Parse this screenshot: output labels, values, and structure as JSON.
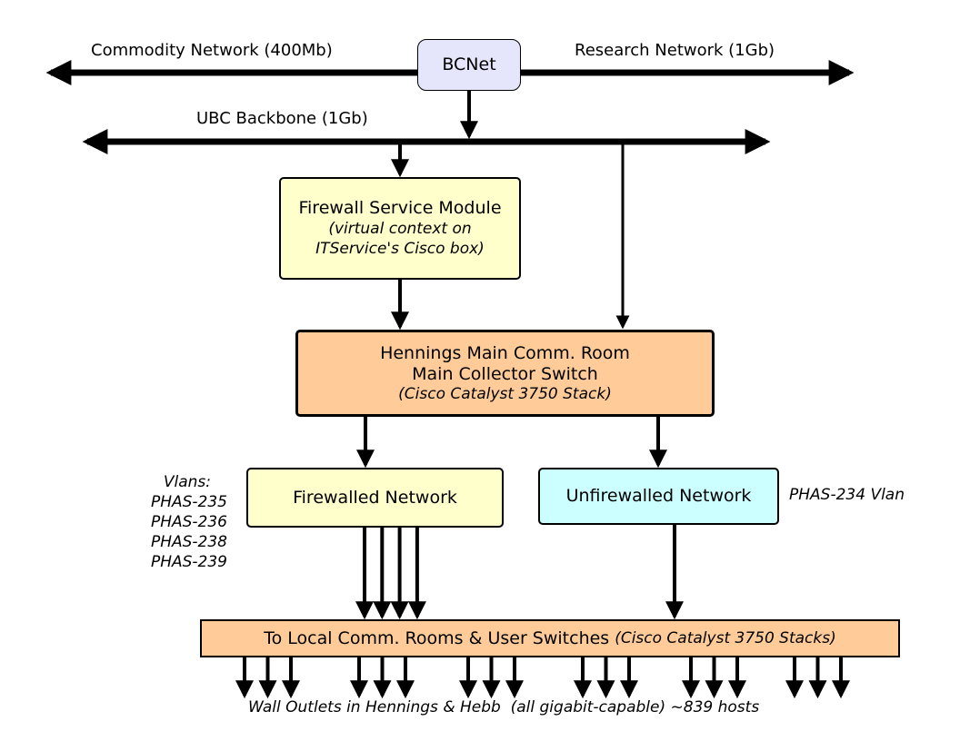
{
  "diagram": {
    "networks": {
      "commodity": "Commodity Network (400Mb)",
      "research": "Research Network (1Gb)",
      "backbone": "UBC Backbone (1Gb)"
    },
    "nodes": {
      "bcnet": {
        "label": "BCNet",
        "color": "#e5e5fb"
      },
      "firewall_service_module": {
        "title": "Firewall Service Module",
        "subtitle_line1": "(virtual context on",
        "subtitle_line2": "ITService's Cisco box)",
        "color": "#ffffcc"
      },
      "main_collector": {
        "line1": "Hennings Main Comm. Room",
        "line2": "Main Collector Switch",
        "subtitle": "(Cisco Catalyst 3750 Stack)",
        "color": "#ffcc99"
      },
      "firewalled_network": {
        "label": "Firewalled Network",
        "color": "#ffffcc"
      },
      "unfirewalled_network": {
        "label": "Unfirewalled Network",
        "color": "#ccffff"
      },
      "local_switches": {
        "label": "To Local Comm. Rooms & User Switches",
        "subtitle": "(Cisco Catalyst 3750 Stacks)",
        "color": "#ffcc99"
      }
    },
    "annotations": {
      "firewalled_vlans": {
        "heading": "Vlans:",
        "items": [
          "PHAS-235",
          "PHAS-236",
          "PHAS-238",
          "PHAS-239"
        ]
      },
      "unfirewalled_vlan": "PHAS-234 Vlan",
      "outlets": "Wall Outlets in Hennings & Hebb  (all gigabit-capable) ~839 hosts"
    },
    "edges": [
      {
        "from": "bcnet",
        "to": "commodity_network"
      },
      {
        "from": "bcnet",
        "to": "research_network"
      },
      {
        "from": "bcnet",
        "to": "ubc_backbone"
      },
      {
        "from": "ubc_backbone",
        "to": "firewall_service_module"
      },
      {
        "from": "ubc_backbone",
        "to": "main_collector"
      },
      {
        "from": "firewall_service_module",
        "to": "main_collector"
      },
      {
        "from": "main_collector",
        "to": "firewalled_network"
      },
      {
        "from": "main_collector",
        "to": "unfirewalled_network"
      },
      {
        "from": "firewalled_network",
        "to": "local_switches",
        "count": 4
      },
      {
        "from": "unfirewalled_network",
        "to": "local_switches",
        "count": 1
      },
      {
        "from": "local_switches",
        "to": "wall_outlets",
        "count": 18,
        "groups": 6
      }
    ]
  }
}
